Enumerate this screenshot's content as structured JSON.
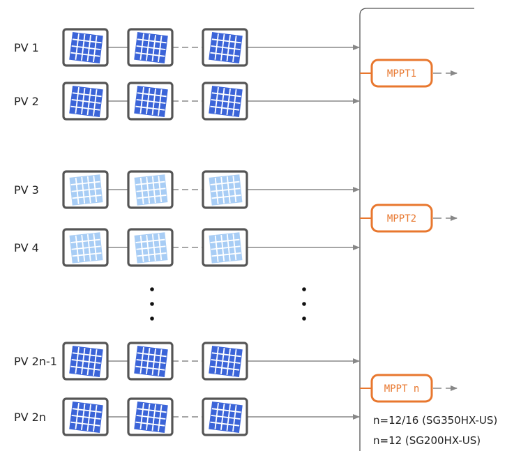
{
  "colors": {
    "frame": "#555555",
    "line": "#888888",
    "orange": "#e8772e",
    "panel_dark": "#3b64d8",
    "panel_light": "#a8cdf5",
    "grid": "#ffffff"
  },
  "strings": [
    {
      "label": "PV 1",
      "style": "dark",
      "group": 1
    },
    {
      "label": "PV 2",
      "style": "dark",
      "group": 1
    },
    {
      "label": "PV 3",
      "style": "light",
      "group": 2
    },
    {
      "label": "PV 4",
      "style": "light",
      "group": 2
    },
    {
      "label": "PV 2n-1",
      "style": "dark",
      "group": 3
    },
    {
      "label": "PV 2n",
      "style": "dark",
      "group": 3
    }
  ],
  "mppts": [
    {
      "label": "MPPT1"
    },
    {
      "label": "MPPT2"
    },
    {
      "label": "MPPT n"
    }
  ],
  "notes": [
    "n=12/16 (SG350HX-US)",
    "n=12 (SG200HX-US)"
  ]
}
